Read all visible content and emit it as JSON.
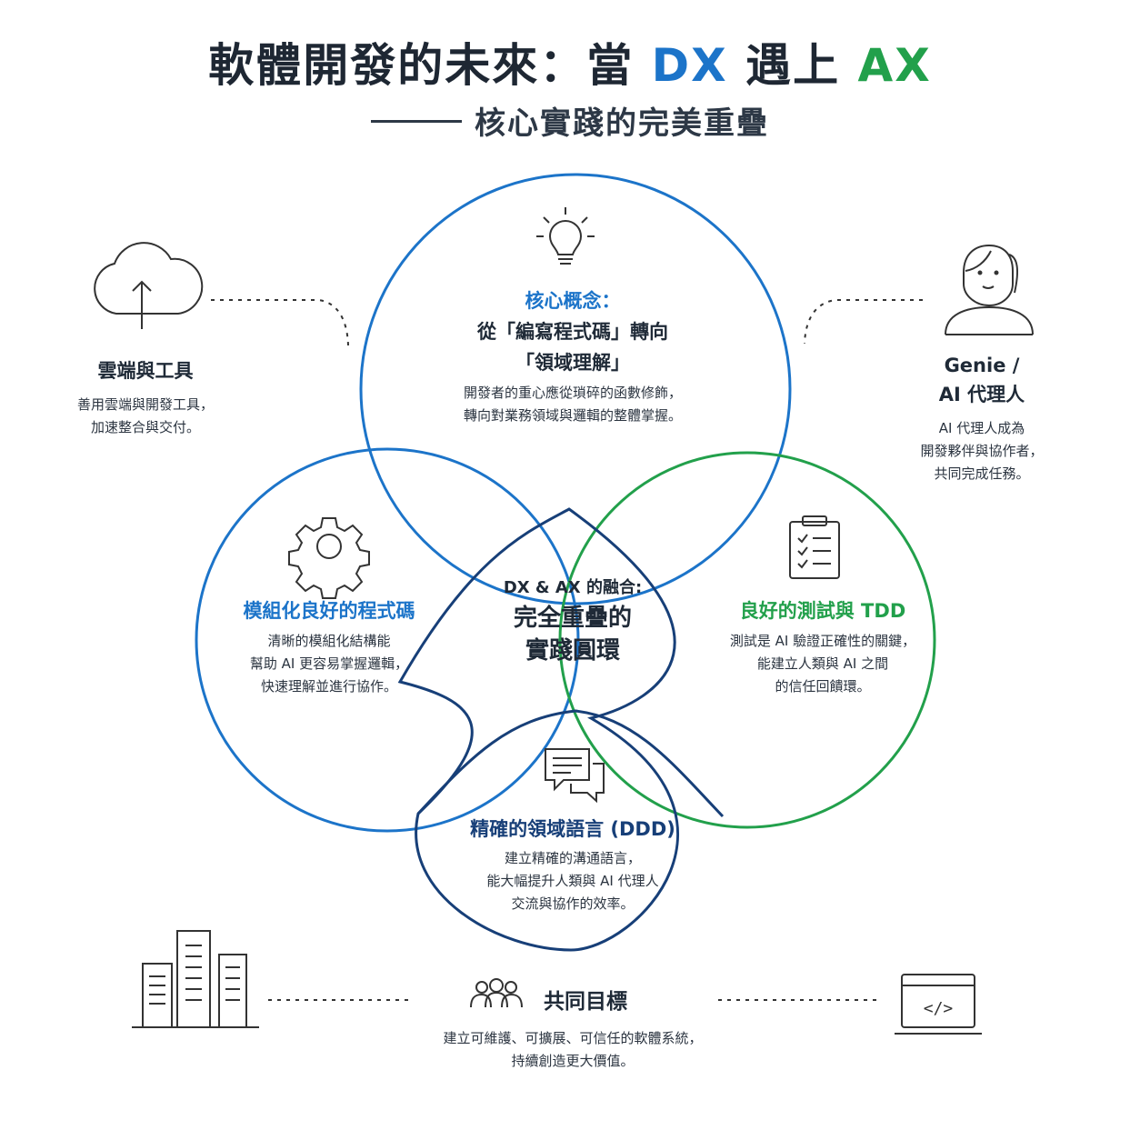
{
  "header": {
    "title_prefix": "軟體開發的未來：當 ",
    "title_dx": "DX",
    "title_mid": " 遇上 ",
    "title_ax": "AX",
    "subtitle": "核心實踐的完美重疊"
  },
  "colors": {
    "blue": "#1c74c9",
    "green": "#22a04b",
    "navy": "#173f78",
    "text": "#1f2a37"
  },
  "top_circle": {
    "icon": "lightbulb-icon",
    "heading": "核心概念：",
    "subheading_lines": [
      "從「編寫程式碼」轉向",
      "「領域理解」"
    ],
    "body_lines": [
      "開發者的重心應從瑣碎的函數修飾，",
      "轉向對業務領域與邏輯的整體掌握。"
    ]
  },
  "left_circle": {
    "icon": "gear-icon",
    "heading": "模組化良好的程式碼",
    "body_lines": [
      "清晰的模組化結構能",
      "幫助 AI 更容易掌握邏輯，",
      "快速理解並進行協作。"
    ]
  },
  "right_circle": {
    "icon": "clipboard-checklist-icon",
    "heading": "良好的測試與 TDD",
    "body_lines": [
      "測試是 AI 驗證正確性的關鍵，",
      "能建立人類與 AI 之間",
      "的信任回饋環。"
    ]
  },
  "bottom_circle": {
    "icon": "chat-bubbles-icon",
    "heading": "精確的領域語言 (DDD)",
    "body_lines": [
      "建立精確的溝通語言，",
      "能大幅提升人類與 AI 代理人",
      "交流與協作的效率。"
    ]
  },
  "center": {
    "label": "DX & AX 的融合:",
    "title_lines": [
      "完全重疊的",
      "實踐圓環"
    ]
  },
  "cloud": {
    "icon": "cloud-upload-icon",
    "heading": "雲端與工具",
    "body_lines": [
      "善用雲端與開發工具，",
      "加速整合與交付。"
    ]
  },
  "genie": {
    "icon": "person-avatar-icon",
    "heading_lines": [
      "Genie /",
      "AI 代理人"
    ],
    "body_lines": [
      "AI 代理人成為",
      "開發夥伴與協作者，",
      "共同完成任務。"
    ]
  },
  "goal": {
    "icon": "group-people-icon",
    "heading": "共同目標",
    "body_lines": [
      "建立可維護、可擴展、可信任的軟體系統，",
      "持續創造更大價值。"
    ]
  },
  "buildings": {
    "icon": "buildings-icon"
  },
  "code": {
    "icon": "code-window-icon",
    "symbol": "</>"
  }
}
